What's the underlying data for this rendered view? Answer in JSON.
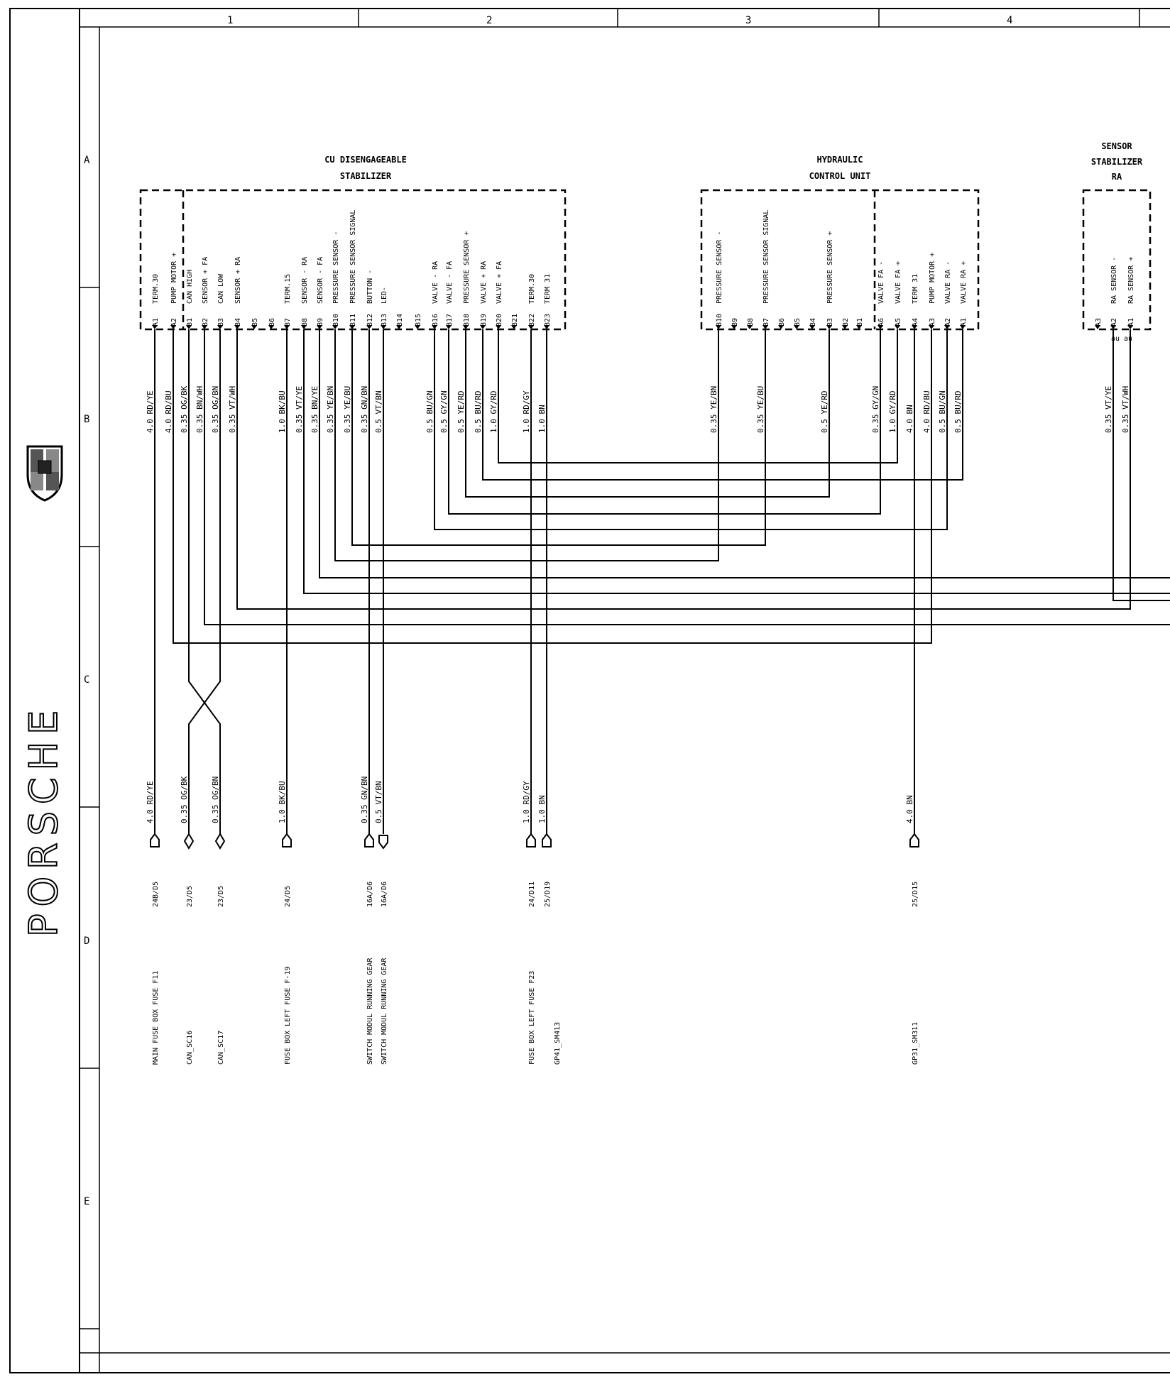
{
  "grid": {
    "columns": [
      "1",
      "2",
      "3",
      "4"
    ],
    "rows": [
      "A",
      "B",
      "C",
      "D",
      "E"
    ]
  },
  "brand": "PORSCHE",
  "components": {
    "cu": {
      "title_line1": "CU  DISENGAGEABLE",
      "title_line2": "STABILIZER",
      "pins": [
        {
          "pin": "A1",
          "label": "TERM.30"
        },
        {
          "pin": "A2",
          "label": "PUMP MOTOR  +"
        },
        {
          "pin": "B1",
          "label": "CAN HIGH"
        },
        {
          "pin": "B2",
          "label": "SENSOR + FA"
        },
        {
          "pin": "B3",
          "label": "CAN LOW"
        },
        {
          "pin": "B4",
          "label": "SENSOR + RA"
        },
        {
          "pin": "B5",
          "label": ""
        },
        {
          "pin": "B6",
          "label": ""
        },
        {
          "pin": "B7",
          "label": "TERM.15"
        },
        {
          "pin": "B8",
          "label": "SENSOR - RA"
        },
        {
          "pin": "B9",
          "label": "SENSOR - FA"
        },
        {
          "pin": "B10",
          "label": "PRESSURE SENSOR -"
        },
        {
          "pin": "B11",
          "label": "PRESSURE SENSOR SIGNAL"
        },
        {
          "pin": "B12",
          "label": "BUTTON -"
        },
        {
          "pin": "B13",
          "label": "LED-"
        },
        {
          "pin": "B14",
          "label": ""
        },
        {
          "pin": "B15",
          "label": ""
        },
        {
          "pin": "B16",
          "label": "VALVE - RA"
        },
        {
          "pin": "B17",
          "label": "VALVE - FA"
        },
        {
          "pin": "B18",
          "label": "PRESSURE SENSOR +"
        },
        {
          "pin": "B19",
          "label": "VALVE + RA"
        },
        {
          "pin": "B20",
          "label": "VALVE + FA"
        },
        {
          "pin": "B21",
          "label": ""
        },
        {
          "pin": "B22",
          "label": "TERM.30"
        },
        {
          "pin": "B23",
          "label": "TERM 31"
        }
      ]
    },
    "hcu": {
      "title_line1": "HYDRAULIC",
      "title_line2": "CONTROL UNIT",
      "pins": [
        {
          "pin": "B10",
          "label": "PRESSURE SENSOR -"
        },
        {
          "pin": "B9",
          "label": ""
        },
        {
          "pin": "B8",
          "label": ""
        },
        {
          "pin": "B7",
          "label": "PRESSURE SENSOR SIGNAL"
        },
        {
          "pin": "B6",
          "label": ""
        },
        {
          "pin": "B5",
          "label": ""
        },
        {
          "pin": "B4",
          "label": ""
        },
        {
          "pin": "B3",
          "label": "PRESSURE SENSOR +"
        },
        {
          "pin": "B2",
          "label": ""
        },
        {
          "pin": "B1",
          "label": ""
        },
        {
          "pin": "A6",
          "label": "VALVE FA  -"
        },
        {
          "pin": "A5",
          "label": "VALVE FA +"
        },
        {
          "pin": "A4",
          "label": "TERM 31"
        },
        {
          "pin": "A3",
          "label": "PUMP MOTOR +"
        },
        {
          "pin": "A2",
          "label": "VALVE RA -"
        },
        {
          "pin": "A1",
          "label": "VALVE RA +"
        }
      ]
    },
    "sensor": {
      "title_line1": "SENSOR",
      "title_line2": "STABILIZER",
      "title_line3": "RA",
      "pins": [
        {
          "pin": "A3",
          "label": ""
        },
        {
          "pin": "A2",
          "label": "RA SENSOR -"
        },
        {
          "pin": "A1",
          "label": "RA SENSOR +"
        }
      ],
      "shield_label": "au au"
    }
  },
  "wires": {
    "cu": [
      {
        "pin": "A1",
        "label": "4.0 RD/YE"
      },
      {
        "pin": "A2",
        "label": "4.0 RD/BU"
      },
      {
        "pin": "B1",
        "label": "0.35 OG/BK"
      },
      {
        "pin": "B2",
        "label": "0.35 BN/WH"
      },
      {
        "pin": "B3",
        "label": "0.35 OG/BN"
      },
      {
        "pin": "B4",
        "label": "0.35 VT/WH"
      },
      {
        "pin": "B7",
        "label": "1.0 BK/BU"
      },
      {
        "pin": "B8",
        "label": "0.35 VT/YE"
      },
      {
        "pin": "B9",
        "label": "0.35 BN/YE"
      },
      {
        "pin": "B10",
        "label": "0.35 YE/BN"
      },
      {
        "pin": "B11",
        "label": "0.35 YE/BU"
      },
      {
        "pin": "B12",
        "label": "0.35 GN/BN"
      },
      {
        "pin": "B13",
        "label": "0.5 VT/BN"
      },
      {
        "pin": "B16",
        "label": "0.5 BU/GN"
      },
      {
        "pin": "B17",
        "label": "0.5 GY/GN"
      },
      {
        "pin": "B18",
        "label": "0.5 YE/RD"
      },
      {
        "pin": "B19",
        "label": "0.5 BU/RD"
      },
      {
        "pin": "B20",
        "label": "1.0 GY/RD"
      },
      {
        "pin": "B22",
        "label": "1.0 RD/GY"
      },
      {
        "pin": "B23",
        "label": "1.0 BN"
      }
    ],
    "hcu": [
      {
        "pin": "B10",
        "label": "0.35 YE/BN"
      },
      {
        "pin": "B7",
        "label": "0.35 YE/BU"
      },
      {
        "pin": "B3",
        "label": "0.5 YE/RD"
      },
      {
        "pin": "A6",
        "label": "0.35 GY/GN"
      },
      {
        "pin": "A5",
        "label": "1.0 GY/RD"
      },
      {
        "pin": "A4",
        "label": "4.0 BN"
      },
      {
        "pin": "A3",
        "label": "4.0 RD/BU"
      },
      {
        "pin": "A2",
        "label": "0.5 BU/GN"
      },
      {
        "pin": "A1",
        "label": "0.5 BU/RD"
      }
    ],
    "sensor": [
      {
        "pin": "A2",
        "label": "0.35 VT/YE"
      },
      {
        "pin": "A1",
        "label": "0.35 VT/WH"
      }
    ],
    "lower": [
      {
        "label": "4.0 RD/YE"
      },
      {
        "label": "0.35 OG/BK"
      },
      {
        "label": "0.35 OG/BN"
      },
      {
        "label": "1.0 BK/BU"
      },
      {
        "label": "0.35 GN/BN"
      },
      {
        "label": "0.5 VT/BN"
      },
      {
        "label": "1.0 RD/GY"
      },
      {
        "label": "1.0 BN"
      },
      {
        "label": "4.0 BN"
      }
    ]
  },
  "references": [
    {
      "ref": "24B/D5",
      "dest": "MAIN FUSE BOX FUSE F11"
    },
    {
      "ref": "23/D5",
      "dest": "CAN_SC16"
    },
    {
      "ref": "23/D5",
      "dest": "CAN_SC17"
    },
    {
      "ref": "24/D5",
      "dest": "FUSE BOX LEFT FUSE F-19"
    },
    {
      "ref": "16A/D6",
      "dest": "SWITCH MODUL RUNNING GEAR"
    },
    {
      "ref": "16A/D6",
      "dest": "SWITCH MODUL RUNNING GEAR"
    },
    {
      "ref": "24/D11",
      "dest": "FUSE BOX LEFT FUSE F23"
    },
    {
      "ref": "25/D19",
      "dest": "GP41_SM413"
    },
    {
      "ref": "25/D15",
      "dest": "GP31_SM311"
    }
  ]
}
